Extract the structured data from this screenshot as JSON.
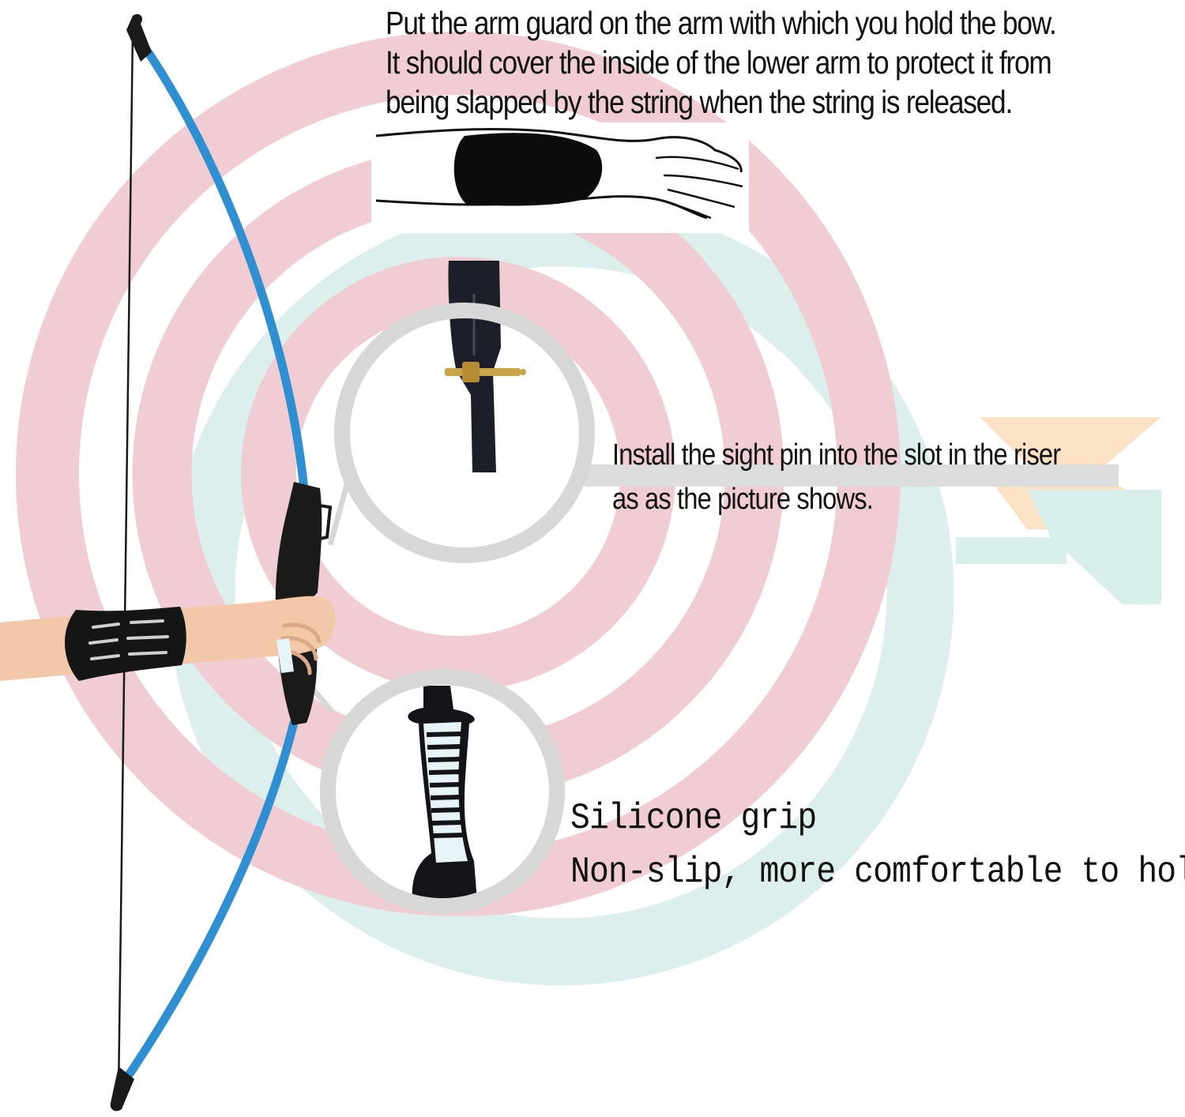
{
  "colors": {
    "target_ring": "#f0cdd3",
    "target_ring_teal": "#dcefed",
    "bow_limb": "#2f8fd0",
    "riser": "#1a1a1a",
    "lens_ring": "#d7d7d7",
    "arrow_shaft": "#dcdcdc",
    "arrow_fletch_orange": "#fbe2c4",
    "arrow_fletch_teal": "#d8efec",
    "sight_pin": "#c9a54a",
    "skin": "#f2c8a8",
    "grip_stripe": "#e6f3f7"
  },
  "icons": {
    "background": "archery-target-rings",
    "bow": "recurve-bow",
    "arm_guard_sketch": "arm-guard-illustration",
    "sight_detail": "sight-pin-magnifier",
    "grip_detail": "silicone-grip-magnifier",
    "arrow": "arrow-graphic"
  },
  "captions": {
    "arm_guard": {
      "line1": "Put the arm guard on the arm with which you hold the bow.",
      "line2": "It should cover the inside of the lower arm to protect it from",
      "line3": "being slapped by the string when the string is released."
    },
    "sight_pin": {
      "line1": "Install the sight pin into the slot in the riser",
      "line2": "as as the picture shows."
    },
    "grip": {
      "line1": "Silicone grip",
      "line2": "Non-slip, more comfortable to hold"
    }
  }
}
